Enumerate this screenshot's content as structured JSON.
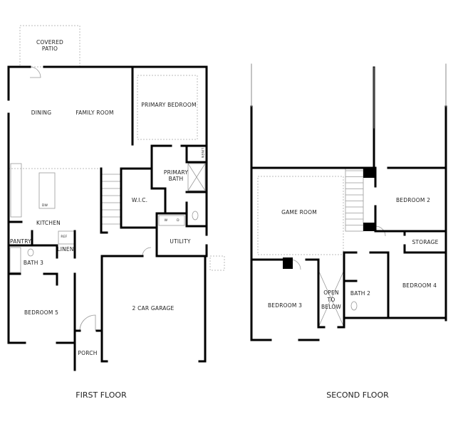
{
  "first_floor": {
    "title": "FIRST FLOOR",
    "rooms": {
      "covered_patio_1": "COVERED",
      "covered_patio_2": "PATIO",
      "dining": "DINING",
      "family_room": "FAMILY ROOM",
      "primary_bedroom": "PRIMARY BEDROOM",
      "primary_bath_1": "PRIMARY",
      "primary_bath_2": "BATH",
      "linen_primary": "LINEN",
      "wic": "W.I.C.",
      "kitchen": "KITCHEN",
      "pantry": "PANTRY",
      "linen": "LINEN",
      "bath_3": "BATH 3",
      "utility": "UTILITY",
      "bedroom_5": "BEDROOM 5",
      "garage": "2 CAR GARAGE",
      "porch": "PORCH"
    },
    "fixtures": {
      "dw": "DW",
      "ref": "REF",
      "washer": "W",
      "dryer": "D"
    }
  },
  "second_floor": {
    "title": "SECOND FLOOR",
    "rooms": {
      "game_room": "GAME ROOM",
      "bedroom_2": "BEDROOM 2",
      "storage": "STORAGE",
      "bedroom_4": "BEDROOM 4",
      "bath_2": "BATH 2",
      "open_1": "OPEN",
      "open_2": "TO",
      "open_3": "BELOW",
      "bedroom_3": "BEDROOM 3"
    }
  },
  "colors": {
    "wall": "#000000",
    "dashed": "#bbbbbb",
    "text": "#222222"
  }
}
